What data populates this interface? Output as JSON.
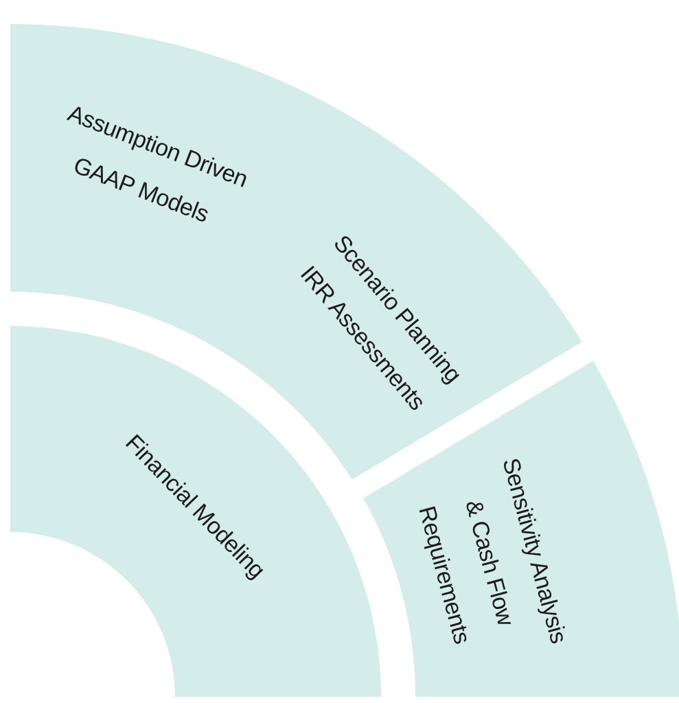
{
  "colors": {
    "segment_fill": "#d4ecea",
    "label_text": "#1b1b1b",
    "background": "#ffffff"
  },
  "diagram": {
    "inner_segment": {
      "lines": [
        "Financial Modeling"
      ]
    },
    "outer_segments": [
      {
        "lines": [
          "Assumption Driven",
          "GAAP Models"
        ]
      },
      {
        "lines": [
          "Scenario Planning",
          "IRR Assessments"
        ]
      },
      {
        "lines": [
          "Sensitivity Analysis",
          "& Cash Flow",
          "Requirements"
        ]
      }
    ]
  }
}
